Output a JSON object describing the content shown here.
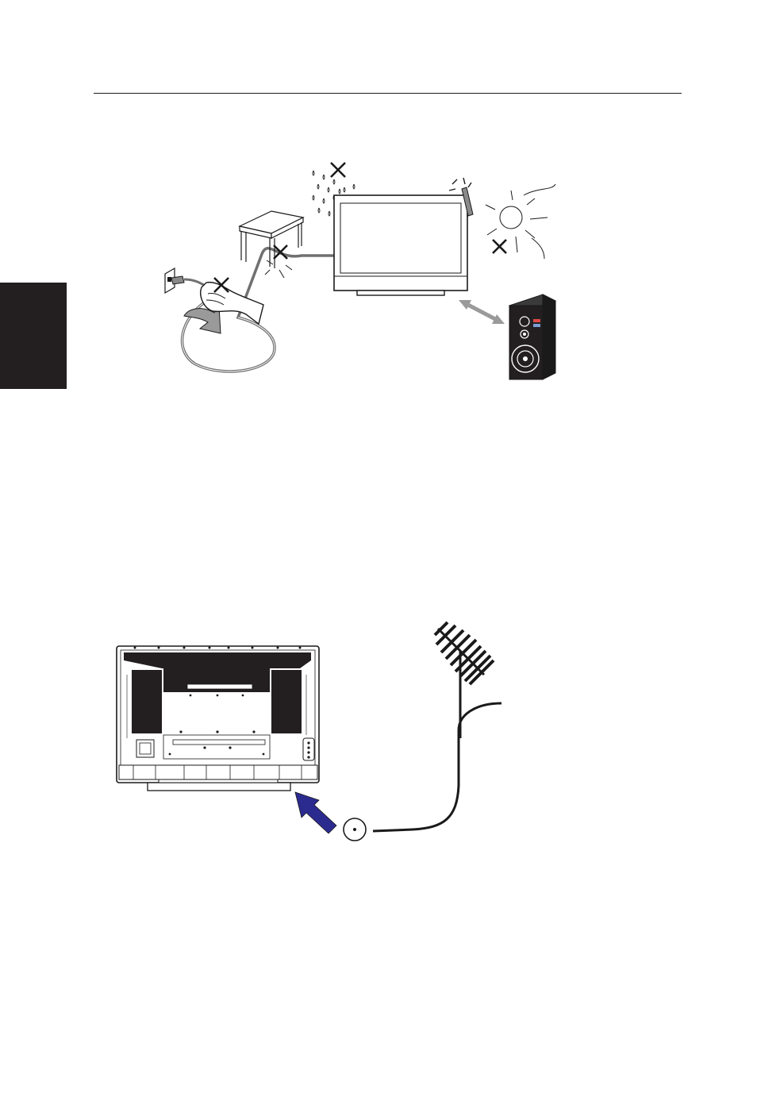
{
  "page": {
    "header_rule": true,
    "side_tab_color": "#231f20"
  },
  "figure_safety": {
    "caption": "",
    "elements": [
      "tv-front",
      "rain-warning",
      "antenna-drip",
      "sun-warning",
      "table",
      "pinched-cable-warning",
      "wall-outlet",
      "hand-pulling-plug-warning",
      "coiled-cable",
      "speaker-keep-distance"
    ],
    "arrow_color": "#9a9a9a"
  },
  "figure_antenna": {
    "caption": "",
    "elements": [
      "tv-rear",
      "coax-connector",
      "outdoor-antenna",
      "antenna-cable"
    ],
    "arrow_color": "#2b2b8f"
  }
}
